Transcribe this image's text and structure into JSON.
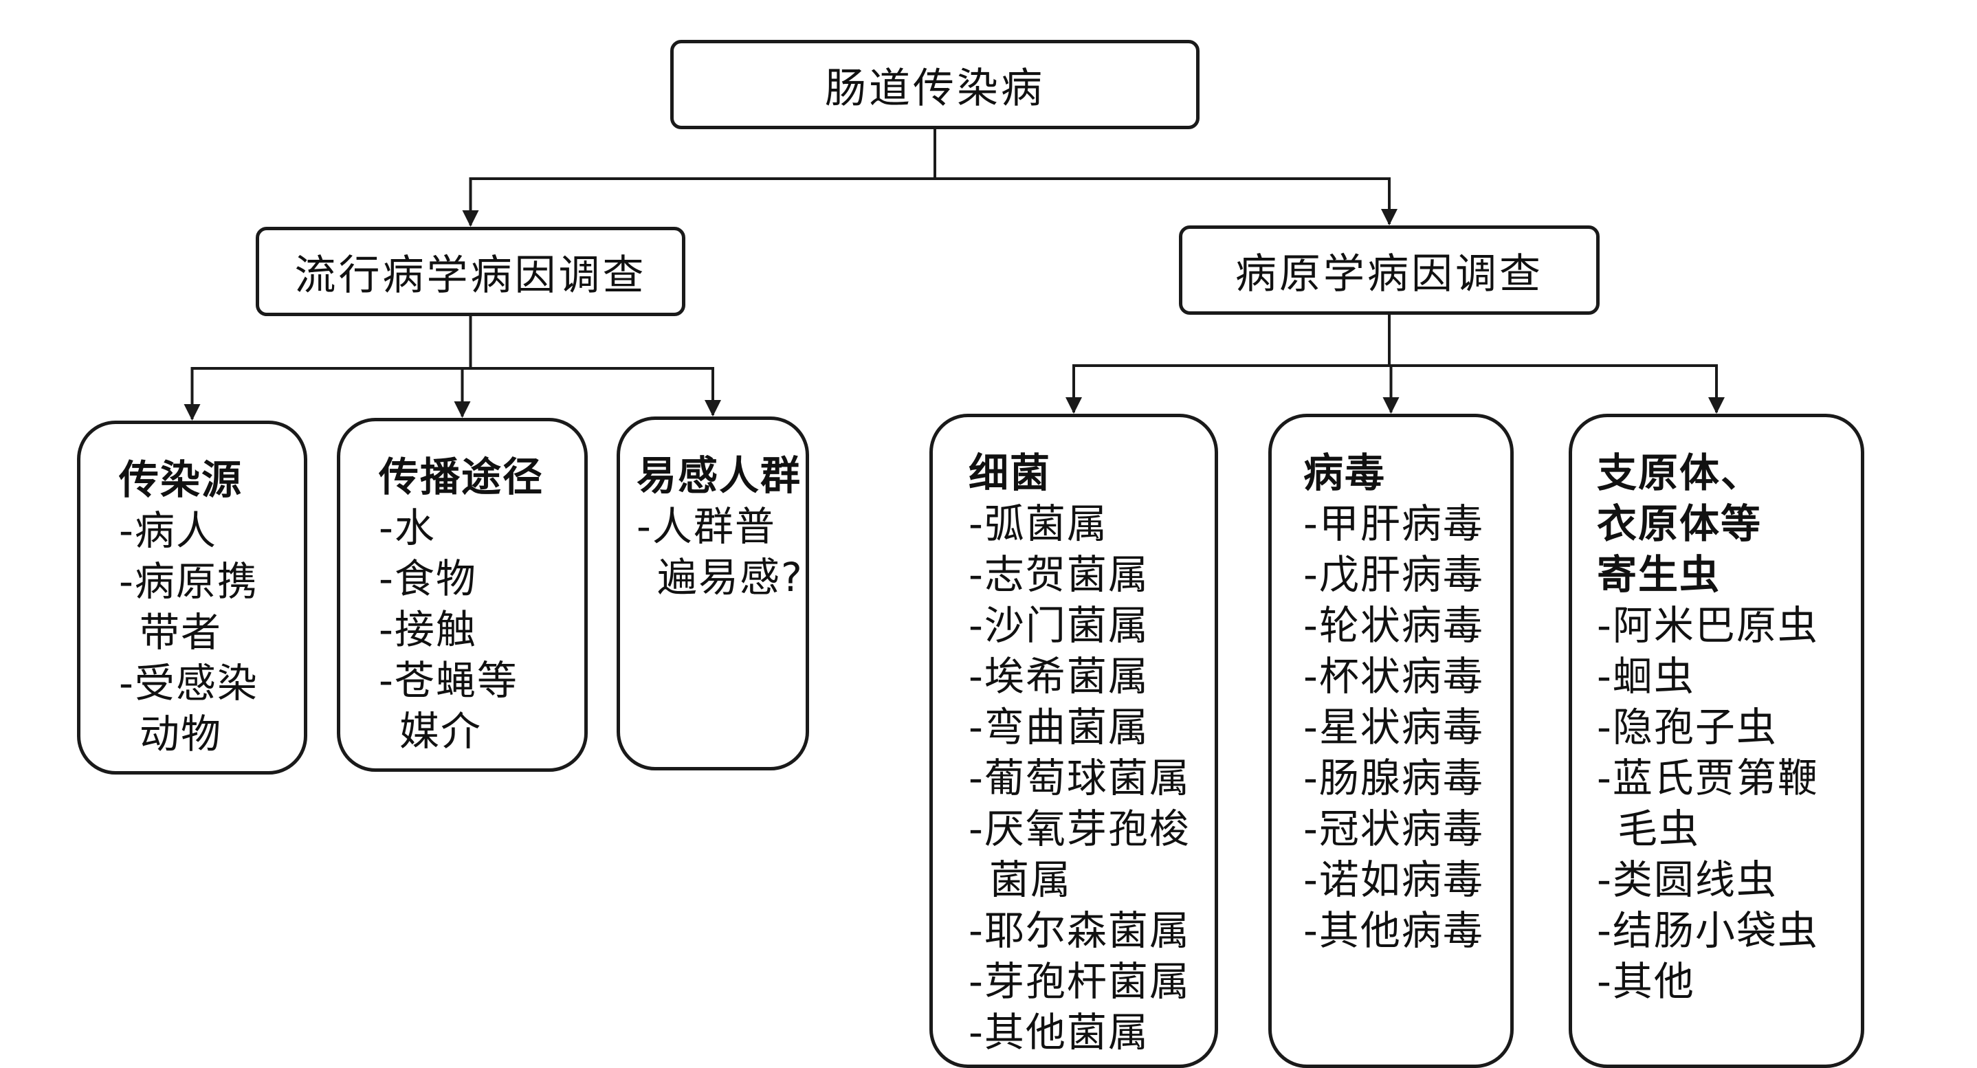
{
  "root": {
    "label": "肠道传染病"
  },
  "branches": [
    {
      "label": "流行病学病因调查",
      "children": [
        {
          "title": [
            "传染源"
          ],
          "items": [
            [
              "-病人",
              false
            ],
            [
              "-病原携",
              false
            ],
            [
              "带者",
              true
            ],
            [
              "-受感染",
              false
            ],
            [
              "动物",
              true
            ]
          ]
        },
        {
          "title": [
            "传播途径"
          ],
          "items": [
            [
              "-水",
              false
            ],
            [
              "-食物",
              false
            ],
            [
              "-接触",
              false
            ],
            [
              "-苍蝇等",
              false
            ],
            [
              "媒介",
              true
            ]
          ]
        },
        {
          "title": [
            "易感人群"
          ],
          "items": [
            [
              "-人群普",
              false
            ],
            [
              "遍易感?",
              true
            ]
          ]
        }
      ]
    },
    {
      "label": "病原学病因调查",
      "children": [
        {
          "title": [
            "细菌"
          ],
          "items": [
            [
              "-弧菌属",
              false
            ],
            [
              "-志贺菌属",
              false
            ],
            [
              "-沙门菌属",
              false
            ],
            [
              "-埃希菌属",
              false
            ],
            [
              "-弯曲菌属",
              false
            ],
            [
              "-葡萄球菌属",
              false
            ],
            [
              "-厌氧芽孢梭",
              false
            ],
            [
              "菌属",
              true
            ],
            [
              "-耶尔森菌属",
              false
            ],
            [
              "-芽孢杆菌属",
              false
            ],
            [
              "-其他菌属",
              false
            ]
          ]
        },
        {
          "title": [
            "病毒"
          ],
          "items": [
            [
              "-甲肝病毒",
              false
            ],
            [
              "-戊肝病毒",
              false
            ],
            [
              "-轮状病毒",
              false
            ],
            [
              "-杯状病毒",
              false
            ],
            [
              "-星状病毒",
              false
            ],
            [
              "-肠腺病毒",
              false
            ],
            [
              "-冠状病毒",
              false
            ],
            [
              "-诺如病毒",
              false
            ],
            [
              "-其他病毒",
              false
            ]
          ]
        },
        {
          "title": [
            "支原体、",
            "衣原体等",
            "寄生虫"
          ],
          "items": [
            [
              "-阿米巴原虫",
              false
            ],
            [
              "-蛔虫",
              false
            ],
            [
              "-隐孢子虫",
              false
            ],
            [
              "-蓝氏贾第鞭",
              false
            ],
            [
              "毛虫",
              true
            ],
            [
              "-类圆线虫",
              false
            ],
            [
              "-结肠小袋虫",
              false
            ],
            [
              "-其他",
              false
            ]
          ]
        }
      ]
    }
  ]
}
